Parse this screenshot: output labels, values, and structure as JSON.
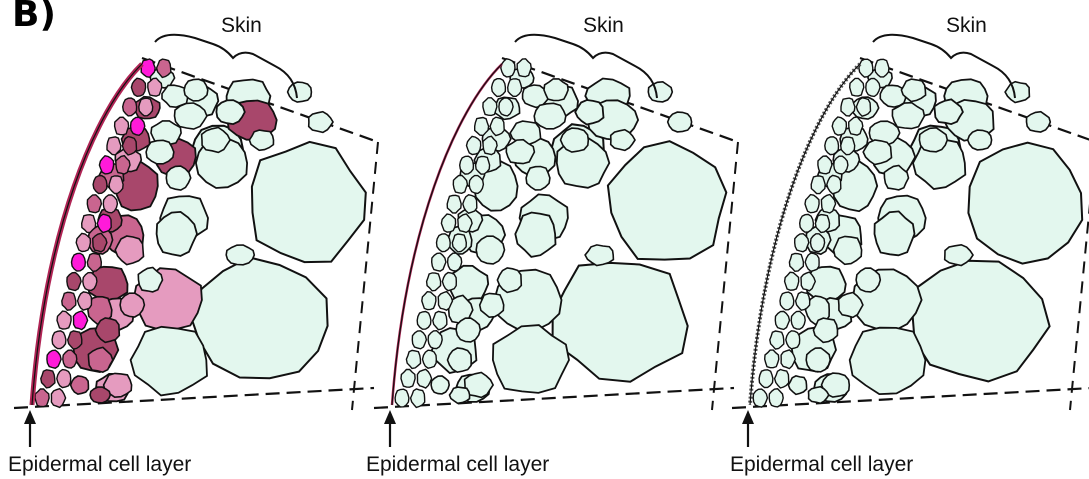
{
  "figure": {
    "panel_letter": "B)",
    "panels": [
      {
        "id": "left",
        "skin_label": "Skin",
        "epidermis_label": "Epidermal cell layer",
        "epidermis_style": "stained",
        "skin_cell_style": "stained-gradient"
      },
      {
        "id": "middle",
        "skin_label": "Skin",
        "epidermis_label": "Epidermal cell layer",
        "epidermis_style": "thin-red-line",
        "skin_cell_style": "unstained"
      },
      {
        "id": "right",
        "skin_label": "Skin",
        "epidermis_label": "Epidermal cell layer",
        "epidermis_style": "dotted-white",
        "skin_cell_style": "unstained"
      }
    ]
  },
  "colors": {
    "cell_fill": "#e3f7ee",
    "cell_stroke": "#111111",
    "stain_dark": "#a8476b",
    "stain_medium": "#c9658f",
    "stain_light": "#e59bbf",
    "stain_magenta": "#ff1ad9",
    "epidermis_red": "#b02455"
  }
}
